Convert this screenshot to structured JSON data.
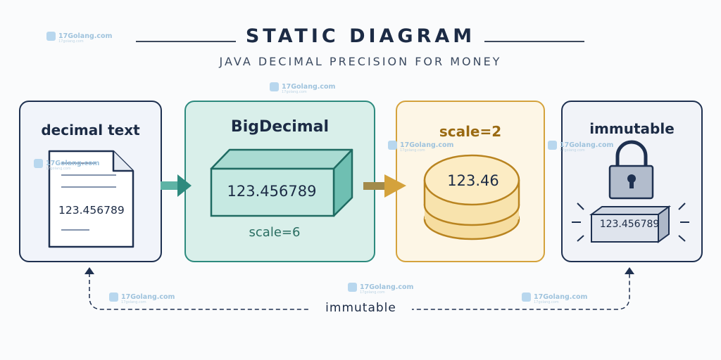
{
  "header": {
    "title": "STATIC DIAGRAM",
    "subtitle": "JAVA DECIMAL PRECISION FOR MONEY"
  },
  "panels": [
    {
      "title": "decimal text",
      "value": "123.456789",
      "icon": "document-icon"
    },
    {
      "title": "BigDecimal",
      "value": "123.456789",
      "caption": "scale=6",
      "icon": "box-3d-icon"
    },
    {
      "title": "scale=2",
      "value": "123.46",
      "icon": "coin-stack-icon"
    },
    {
      "title": "immutable",
      "value": "123.456789",
      "icon": "lock-icon"
    }
  ],
  "connector": {
    "label": "immutable"
  },
  "watermark": {
    "text": "17Golang.com",
    "sub": "17golang.com"
  },
  "colors": {
    "navy": "#1e3050",
    "teal": "#2d8a7e",
    "gold": "#d4a23c",
    "watermark": "#9fc3dd"
  }
}
